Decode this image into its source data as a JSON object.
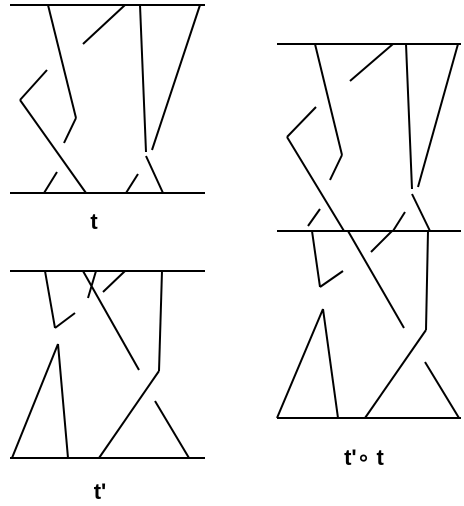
{
  "labels": {
    "t": "t",
    "t_prime": "t'",
    "composition": "t'∘ t"
  },
  "colors": {
    "stroke": "#000000",
    "background": "#ffffff"
  }
}
